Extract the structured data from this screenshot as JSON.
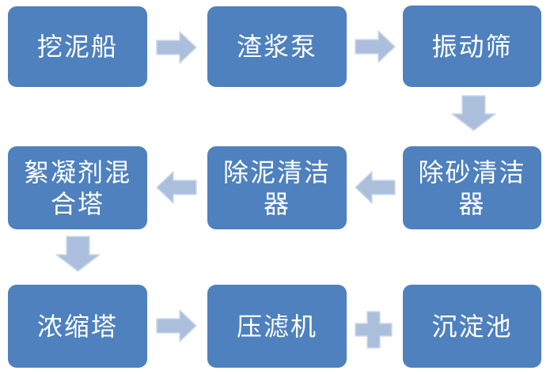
{
  "diagram_type": "process-flowchart",
  "colors": {
    "background": "#ffffff",
    "node_fill": "#4e81bd",
    "node_text": "#ffffff",
    "arrow_fill": "#abbfdd",
    "arrow_stroke": "#cfdaec"
  },
  "nodes": [
    {
      "id": "dredger",
      "label": "挖泥船"
    },
    {
      "id": "slurry-pump",
      "label": "渣浆泵"
    },
    {
      "id": "vibrating-screen",
      "label": "振动筛"
    },
    {
      "id": "desanding-cleaner",
      "label": "除砂清洁\n器"
    },
    {
      "id": "desilting-cleaner",
      "label": "除泥清洁\n器"
    },
    {
      "id": "flocculant-mixing-tower",
      "label": "絮凝剂混\n合塔"
    },
    {
      "id": "thickening-tower",
      "label": "浓缩塔"
    },
    {
      "id": "filter-press",
      "label": "压滤机"
    },
    {
      "id": "sedimentation-tank",
      "label": "沉淀池"
    }
  ],
  "connectors": [
    {
      "from": "dredger",
      "to": "slurry-pump",
      "type": "arrow",
      "direction": "right"
    },
    {
      "from": "slurry-pump",
      "to": "vibrating-screen",
      "type": "arrow",
      "direction": "right"
    },
    {
      "from": "vibrating-screen",
      "to": "desanding-cleaner",
      "type": "arrow",
      "direction": "down"
    },
    {
      "from": "desanding-cleaner",
      "to": "desilting-cleaner",
      "type": "arrow",
      "direction": "left"
    },
    {
      "from": "desilting-cleaner",
      "to": "flocculant-mixing-tower",
      "type": "arrow",
      "direction": "left"
    },
    {
      "from": "flocculant-mixing-tower",
      "to": "thickening-tower",
      "type": "arrow",
      "direction": "down"
    },
    {
      "from": "thickening-tower",
      "to": "filter-press",
      "type": "arrow",
      "direction": "right"
    },
    {
      "from": "filter-press",
      "to": "sedimentation-tank",
      "type": "plus",
      "direction": "none"
    }
  ]
}
